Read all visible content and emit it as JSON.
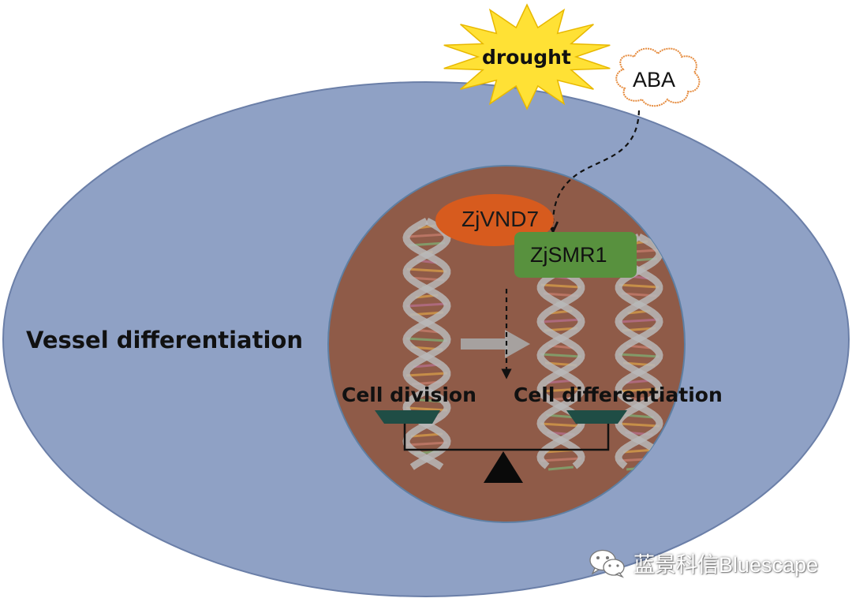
{
  "cell": {
    "label": "Vessel differentiation",
    "fill": "#8FA1C5",
    "stroke": "#6B7FA8"
  },
  "nucleus": {
    "fill": "#8F5B48",
    "stroke": "#5E7FA3"
  },
  "stress": {
    "label": "drought",
    "color": "#FFE135"
  },
  "hormone": {
    "label": "ABA",
    "outline_color": "#E58A3C"
  },
  "proteins": {
    "vnd7": {
      "label": "ZjVND7",
      "color": "#D75B1E"
    },
    "smr1": {
      "label": "ZjSMR1",
      "color": "#58913E"
    }
  },
  "balance": {
    "left_label": "Cell division",
    "right_label": "Cell differentiation",
    "pan_color": "#1F4D45",
    "fulcrum_color": "#0A0A0A"
  },
  "watermark": {
    "text": "蓝景科信Bluescape",
    "icon": "wechat-icon"
  }
}
